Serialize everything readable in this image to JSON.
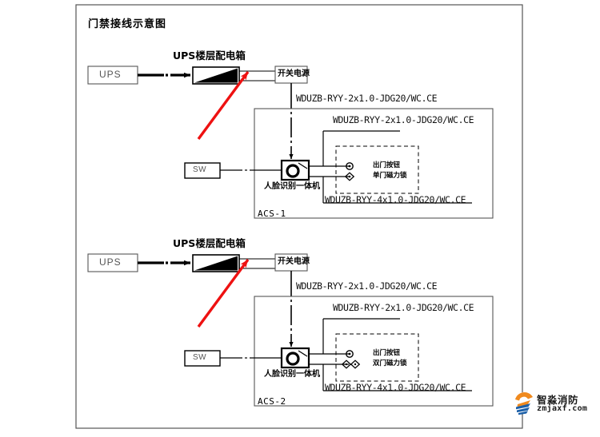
{
  "page": {
    "title": "门禁接线示意图",
    "frame": {
      "name": "drawing-frame"
    }
  },
  "blocks": [
    {
      "id": "ACS-1",
      "ups": {
        "label": "UPS"
      },
      "ups_floor_box": {
        "label": "UPS楼层配电箱"
      },
      "power_supply": {
        "label": "开关电源"
      },
      "sw": {
        "label": "SW"
      },
      "device": {
        "label": "人脸识别一体机"
      },
      "cable_power": "WDUZB-RYY-2x1.0-JDG20/WC.CE",
      "cable_top": "WDUZB-RYY-2x1.0-JDG20/WC.CE",
      "cable_bottom": "WDUZB-RYY-4x1.0-JDG20/WC.CE",
      "items": [
        {
          "symbol": "circle-dot",
          "label": "出门按钮"
        },
        {
          "symbol": "diamond",
          "label": "单门磁力锁"
        }
      ]
    },
    {
      "id": "ACS-2",
      "ups": {
        "label": "UPS"
      },
      "ups_floor_box": {
        "label": "UPS楼层配电箱"
      },
      "power_supply": {
        "label": "开关电源"
      },
      "sw": {
        "label": "SW"
      },
      "device": {
        "label": "人脸识别一体机"
      },
      "cable_power": "WDUZB-RYY-2x1.0-JDG20/WC.CE",
      "cable_top": "WDUZB-RYY-2x1.0-JDG20/WC.CE",
      "cable_bottom": "WDUZB-RYY-4x1.0-JDG20/WC.CE",
      "items": [
        {
          "symbol": "circle-dot",
          "label": "出门按钮"
        },
        {
          "symbol": "double-diamond",
          "label": "双门磁力锁"
        }
      ]
    }
  ],
  "watermark": {
    "name_cn": "智淼消防",
    "url": "zmjaxf.com"
  },
  "colors": {
    "line": "#000000",
    "arrow": "#ee1111",
    "label_gray": "#555555",
    "logo_orange": "#f08a1e",
    "logo_blue": "#1b5fa8"
  }
}
